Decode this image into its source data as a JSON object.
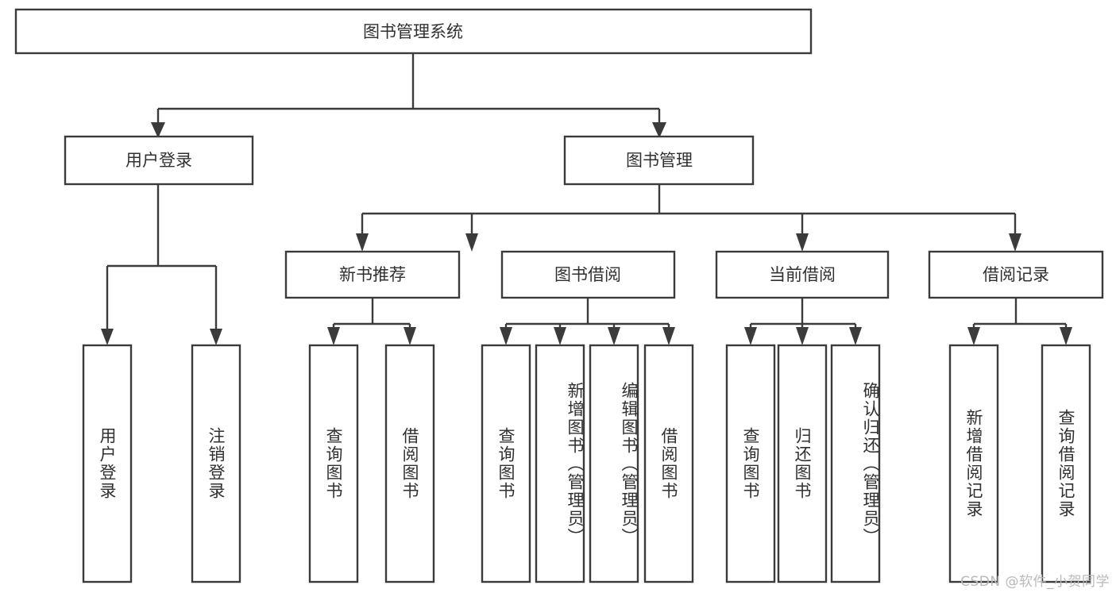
{
  "diagram": {
    "type": "tree",
    "title": "图书管理系统",
    "root": {
      "label": "图书管理系统",
      "level": 0
    },
    "level1": [
      {
        "label": "用户登录"
      },
      {
        "label": "图书管理"
      }
    ],
    "level2": [
      {
        "label": "新书推荐",
        "parent": "图书管理"
      },
      {
        "label": "图书借阅",
        "parent": "图书管理"
      },
      {
        "label": "当前借阅",
        "parent": "图书管理"
      },
      {
        "label": "借阅记录",
        "parent": "图书管理"
      }
    ],
    "leaves": {
      "user_login": [
        {
          "label": "用户登录"
        },
        {
          "label": "注销登录"
        }
      ],
      "new_book": [
        {
          "label": "查询图书"
        },
        {
          "label": "借阅图书"
        }
      ],
      "borrow_book": [
        {
          "label": "查询图书"
        },
        {
          "label": "新增图书（管理员）"
        },
        {
          "label": "编辑图书（管理员）"
        },
        {
          "label": "借阅图书"
        }
      ],
      "current_borrow": [
        {
          "label": "查询图书"
        },
        {
          "label": "归还图书"
        },
        {
          "label": "确认归还（管理员）"
        }
      ],
      "borrow_record": [
        {
          "label": "新增借阅记录"
        },
        {
          "label": "查询借阅记录"
        }
      ]
    }
  },
  "watermark": {
    "text": "CSDN @软件_小贺同学"
  },
  "colors": {
    "stroke": "#3b3b3b",
    "text": "#303030",
    "background": "#ffffff",
    "watermark": "#b9b9b9"
  }
}
